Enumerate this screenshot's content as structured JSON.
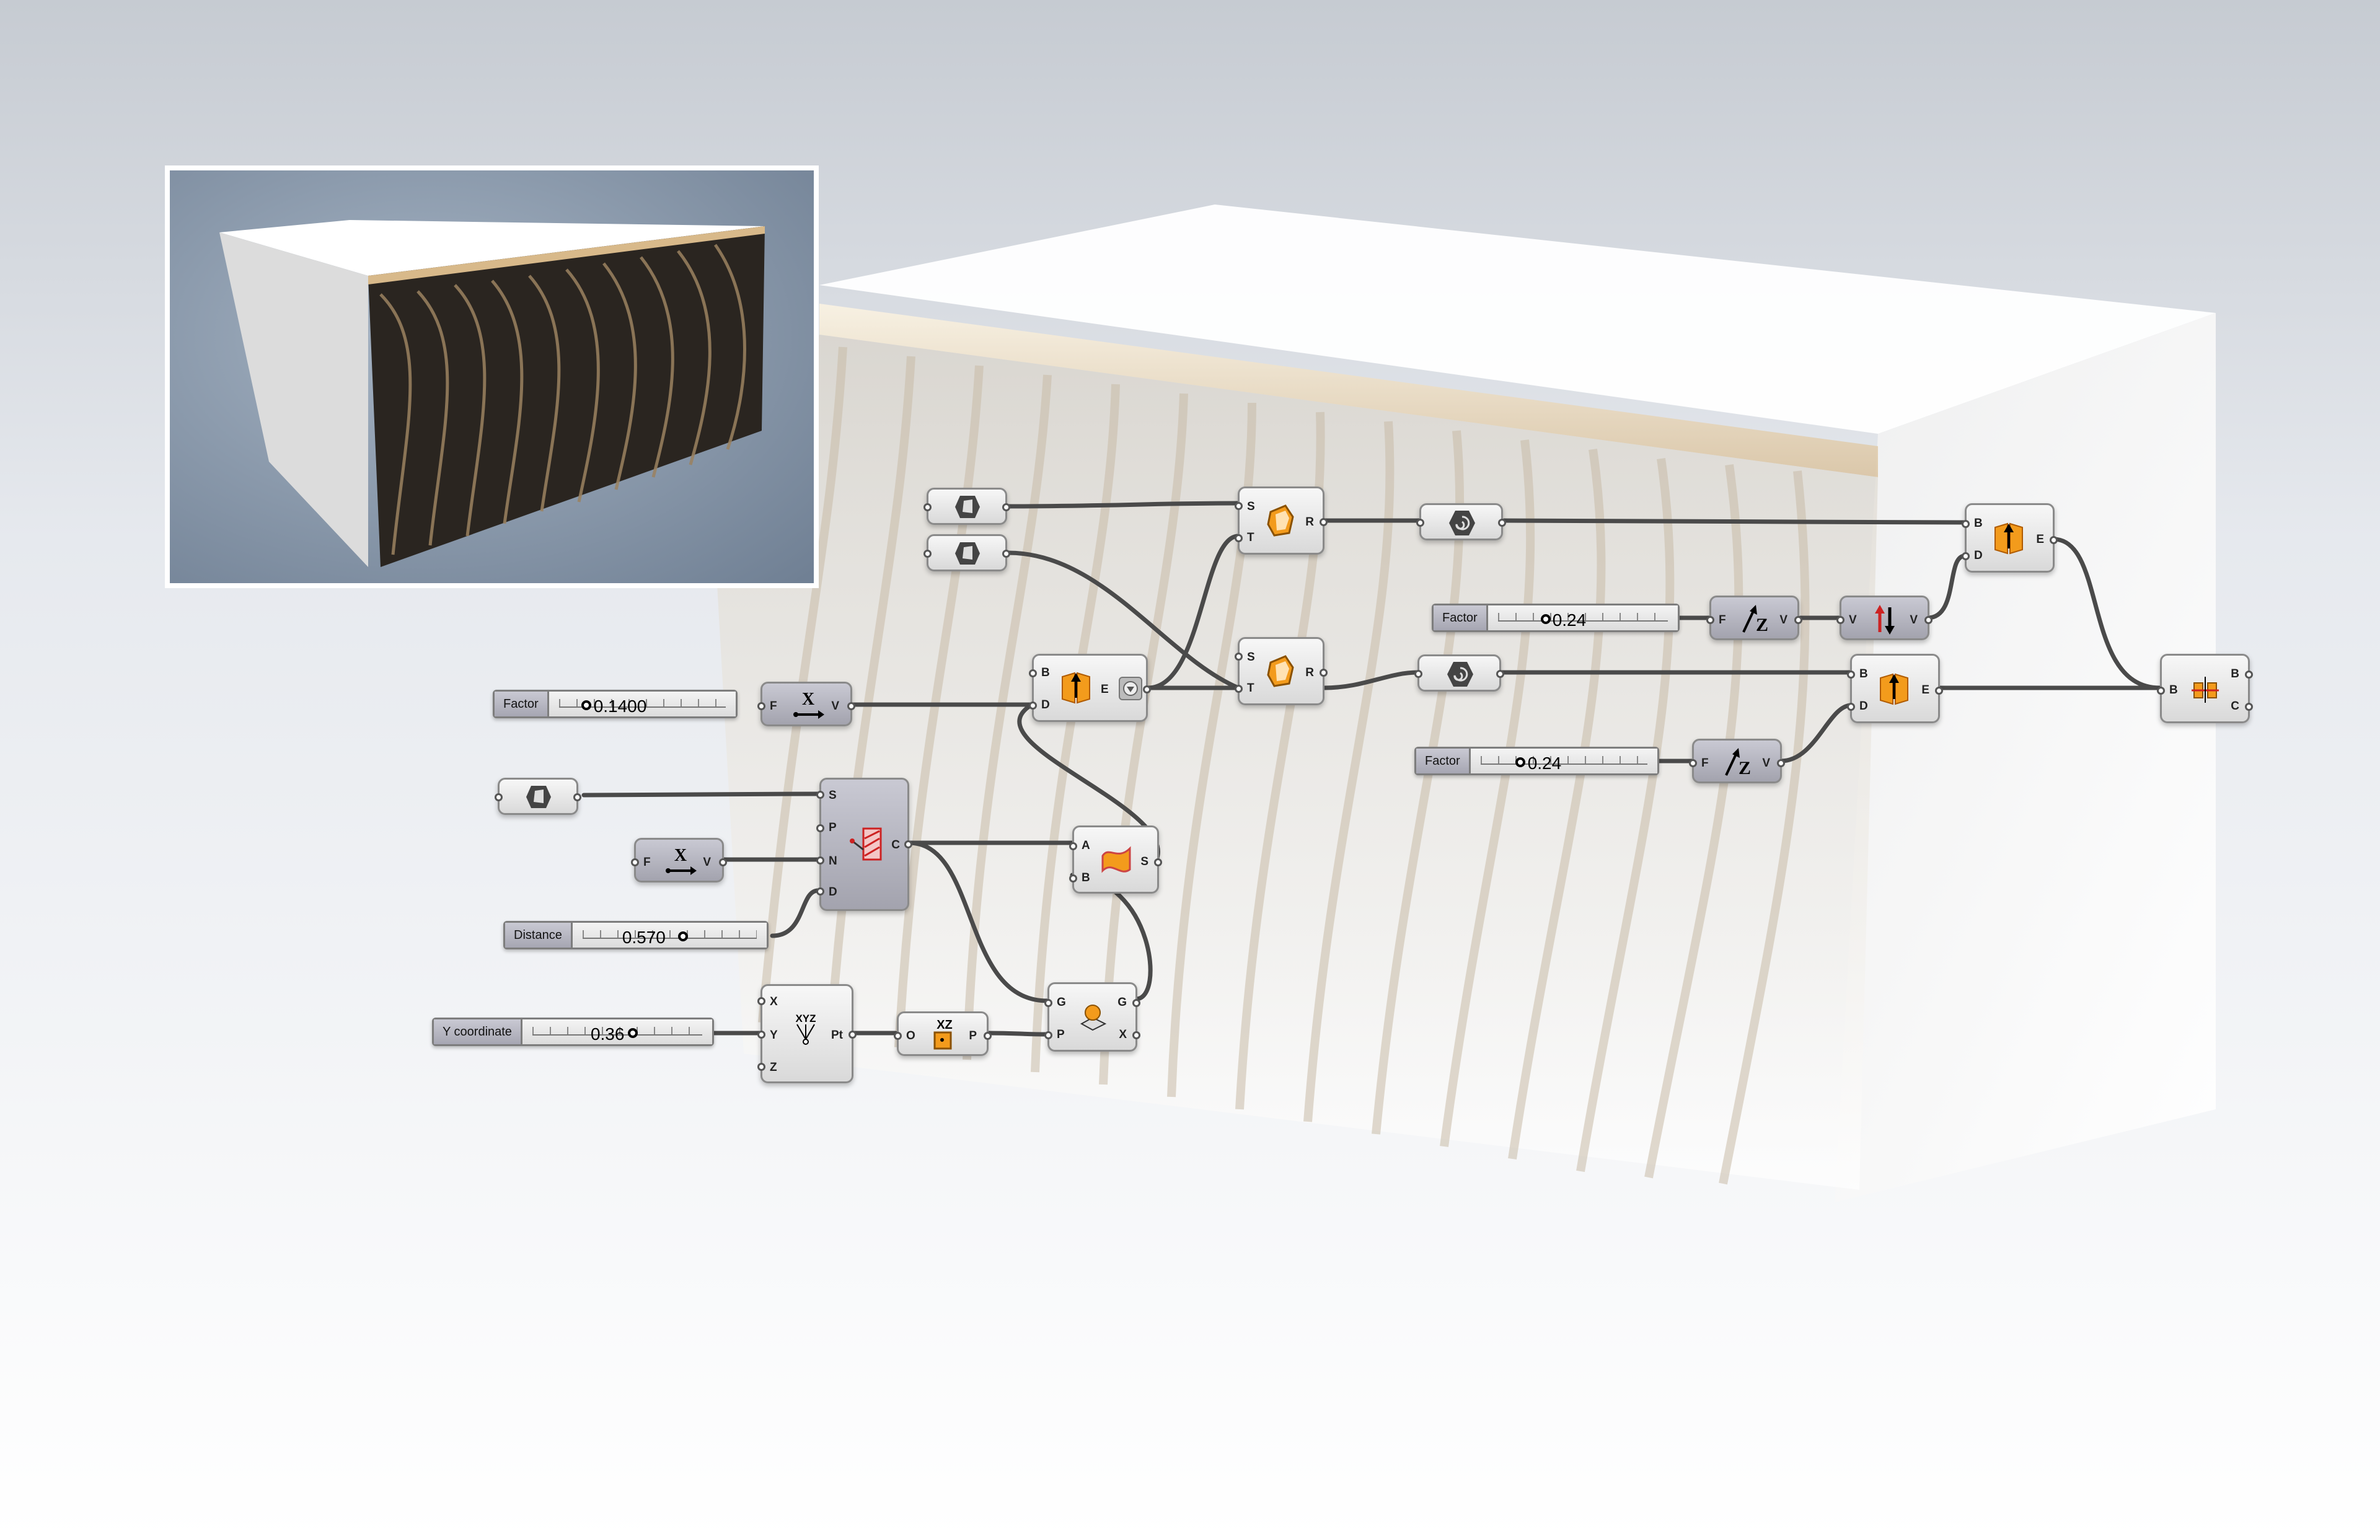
{
  "canvas": {
    "sliders": {
      "factor_x": {
        "label": "Factor",
        "value": "0.1400"
      },
      "distance": {
        "label": "Distance",
        "value": "0.570"
      },
      "y_coordinate": {
        "label": "Y coordinate",
        "value": "0.36"
      },
      "factor_top": {
        "label": "Factor",
        "value": "0.24"
      },
      "factor_bottom": {
        "label": "Factor",
        "value": "0.24"
      }
    },
    "components": {
      "unit_x_1": {
        "in": [
          "F"
        ],
        "out": [
          "V"
        ],
        "icon": "X"
      },
      "unit_x_2": {
        "in": [
          "F"
        ],
        "out": [
          "V"
        ],
        "icon": "X"
      },
      "contour": {
        "in": [
          "S",
          "P",
          "N",
          "D"
        ],
        "out": [
          "C"
        ]
      },
      "divide_edge": {
        "in": [
          "B",
          "D"
        ],
        "out": [
          "E"
        ]
      },
      "sweep_top": {
        "in": [
          "S",
          "T"
        ],
        "out": [
          "R"
        ]
      },
      "sweep_bottom": {
        "in": [
          "S",
          "T"
        ],
        "out": [
          "R"
        ]
      },
      "loft": {
        "in": [
          "A",
          "B"
        ],
        "out": [
          "S"
        ]
      },
      "xyz": {
        "in": [
          "X",
          "Y",
          "Z"
        ],
        "out": [
          "Pt"
        ],
        "icon": "XYZ"
      },
      "xz_plane": {
        "in": [
          "O"
        ],
        "out": [
          "P"
        ],
        "icon": "XZ"
      },
      "orient": {
        "in": [
          "G",
          "P"
        ],
        "out": [
          "G",
          "X"
        ]
      },
      "unit_z_top": {
        "in": [
          "F"
        ],
        "out": [
          "V"
        ],
        "icon": "Z"
      },
      "reverse_vec": {
        "in": [
          "V"
        ],
        "out": [
          "V"
        ]
      },
      "extrude_top": {
        "in": [
          "B",
          "D"
        ],
        "out": [
          "E"
        ]
      },
      "extrude_bottom": {
        "in": [
          "B",
          "D"
        ],
        "out": [
          "E"
        ]
      },
      "unit_z_bottom": {
        "in": [
          "F"
        ],
        "out": [
          "V"
        ],
        "icon": "Z"
      },
      "solid_union": {
        "in": [
          "B"
        ],
        "out": [
          "B",
          "C"
        ]
      }
    }
  }
}
